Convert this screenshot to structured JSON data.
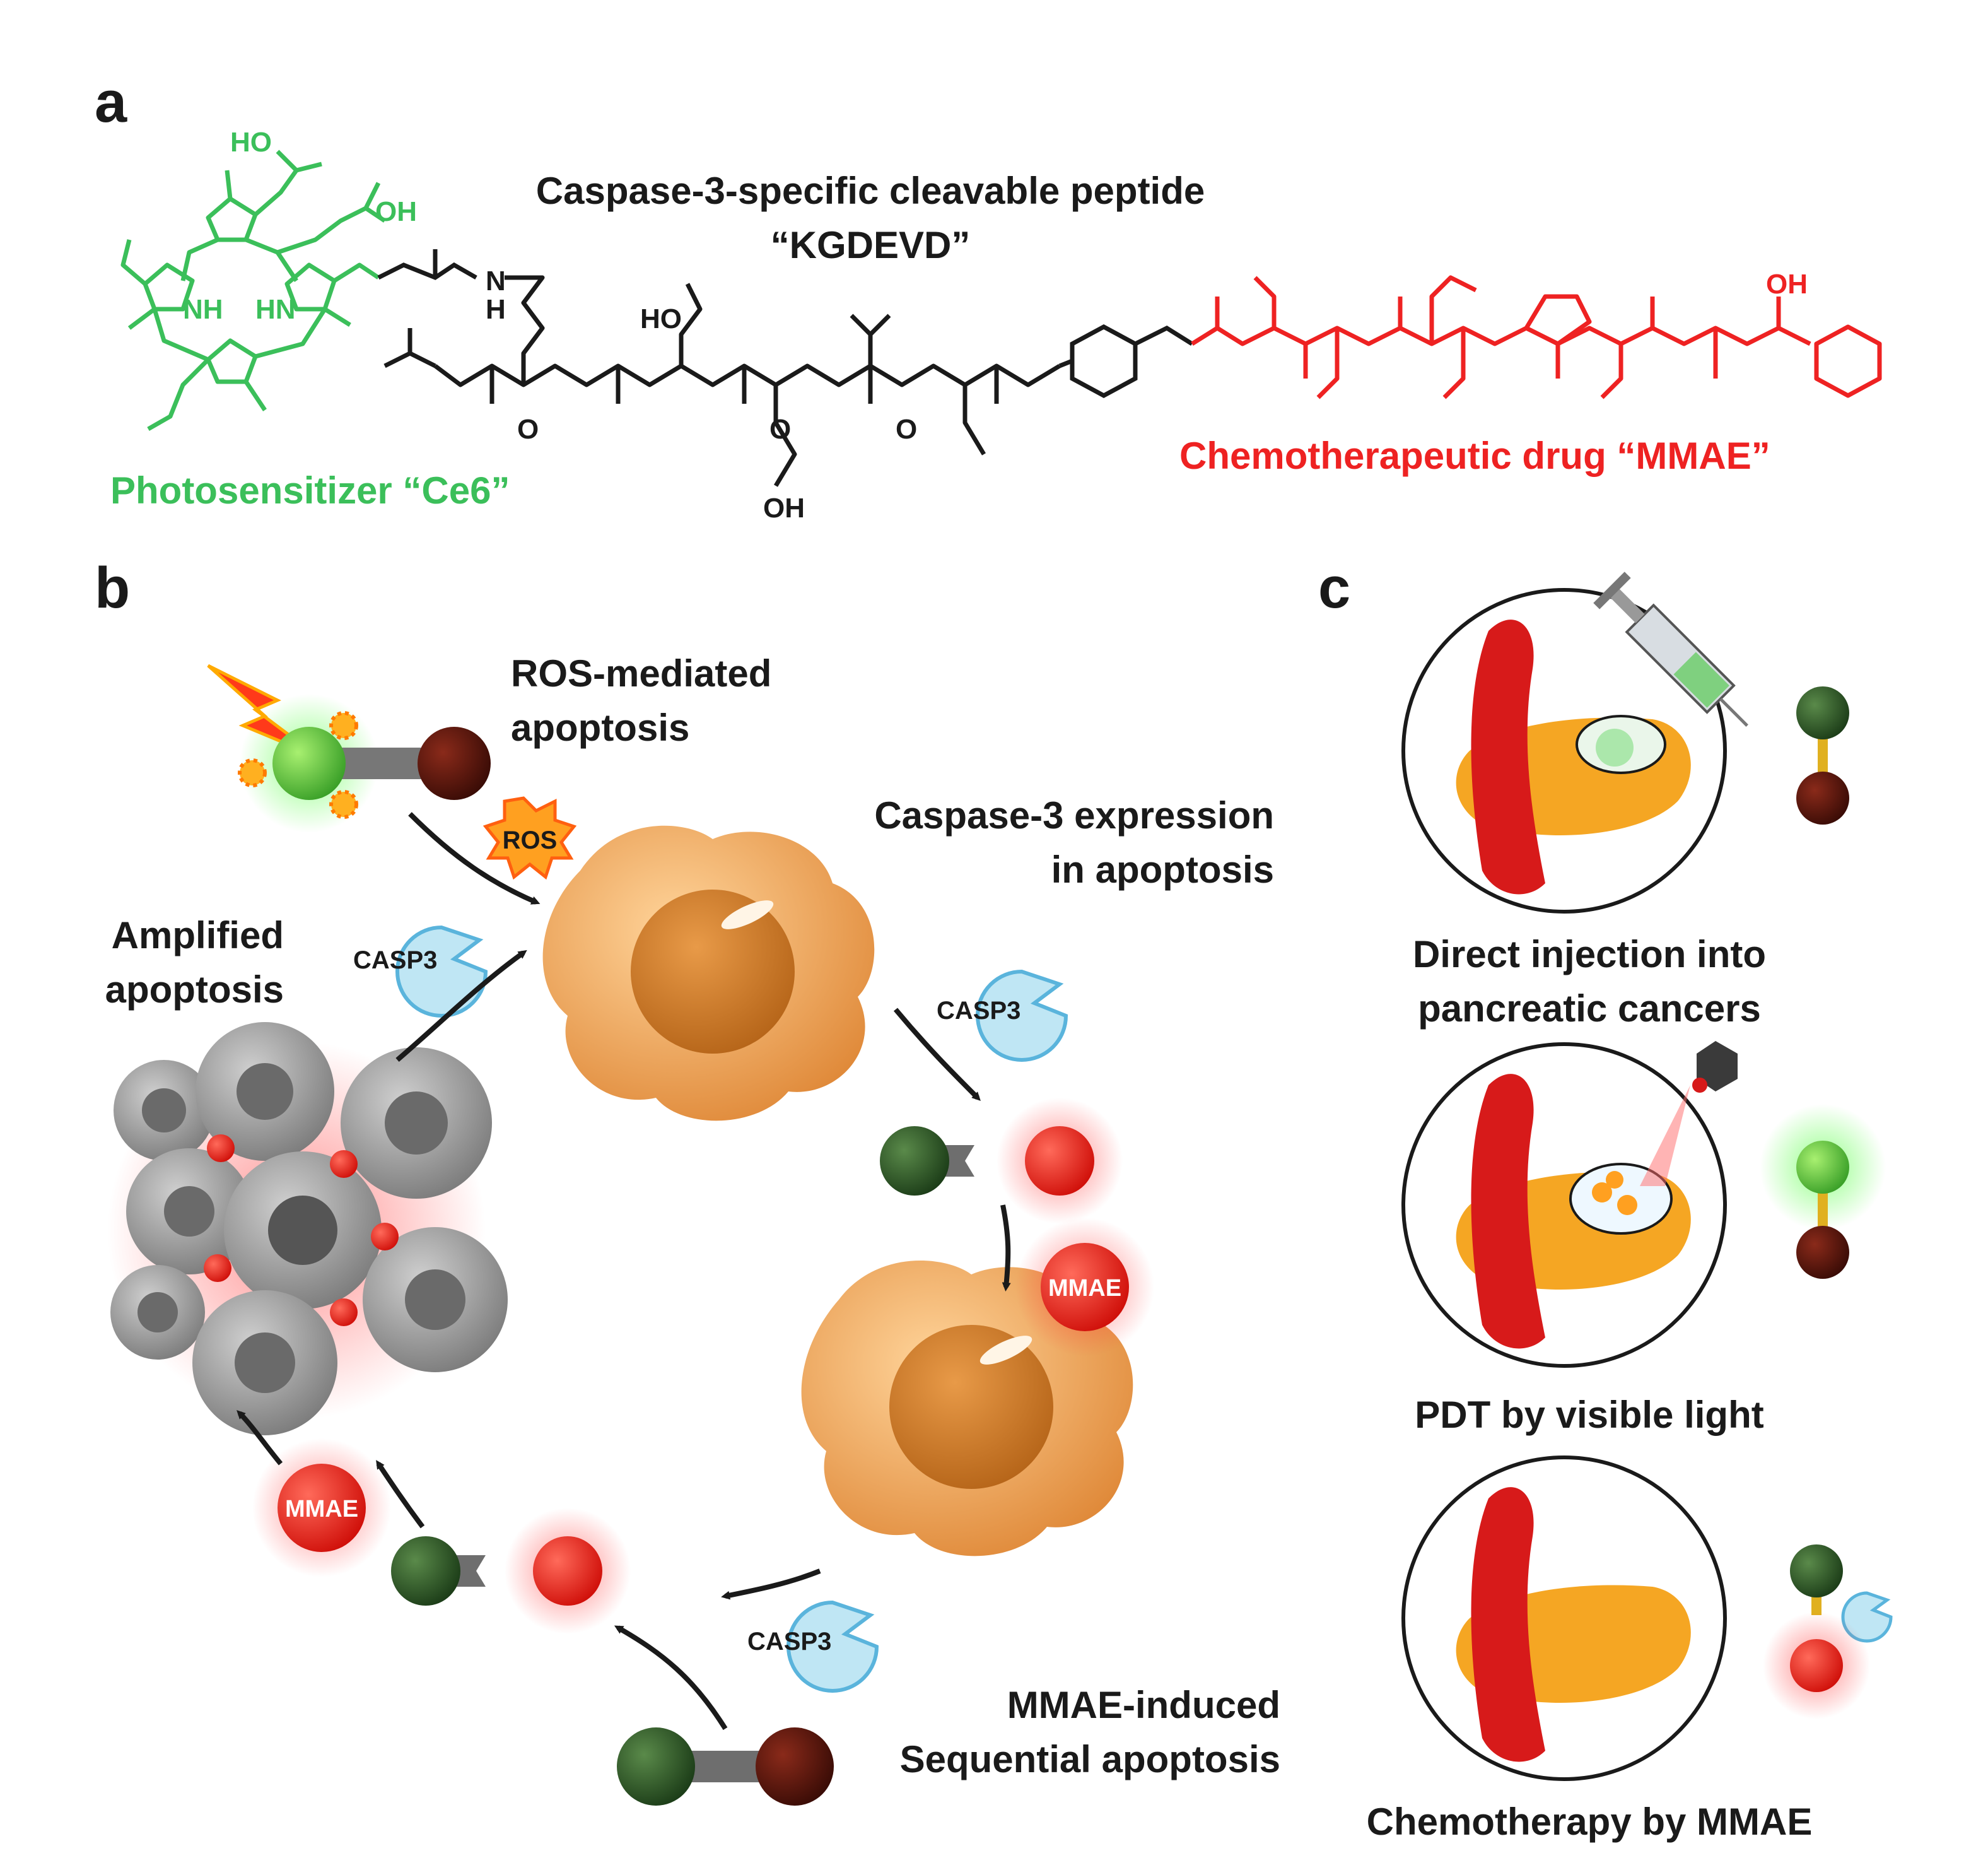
{
  "panels": {
    "a": "a",
    "b": "b",
    "c": "c"
  },
  "panel_a": {
    "peptide_title": "Caspase-3-specific cleavable peptide",
    "peptide_name": "“KGDEVD”",
    "ce6_label": "Photosensitizer “Ce6”",
    "mmae_label": "Chemotherapeutic drug “MMAE”",
    "atoms": {
      "ho_top": "HO",
      "oh_top": "OH",
      "nh": "NH",
      "hn": "HN",
      "n": "N",
      "h": "H",
      "o": "O",
      "ho_side": "HO",
      "oh_bottom": "OH",
      "oh_mmae": "OH"
    },
    "colors": {
      "ce6": "#3bbf5a",
      "peptide": "#1a1a1a",
      "mmae": "#ee2222"
    }
  },
  "panel_b": {
    "ros_label_line1": "ROS-mediated",
    "ros_label_line2": "apoptosis",
    "ros_badge": "ROS",
    "caspase_label_line1": "Caspase-3 expression",
    "caspase_label_line2": "in apoptosis",
    "amplified_line1": "Amplified",
    "amplified_line2": "apoptosis",
    "enzyme_label": "CASP3",
    "mmae_badge": "MMAE",
    "sequential_line1": "MMAE-induced",
    "sequential_line2": "Sequential  apoptosis"
  },
  "panel_c": {
    "step1_line1": "Direct injection into",
    "step1_line2": "pancreatic cancers",
    "step2": "PDT by visible light",
    "step3": "Chemotherapy by MMAE"
  }
}
